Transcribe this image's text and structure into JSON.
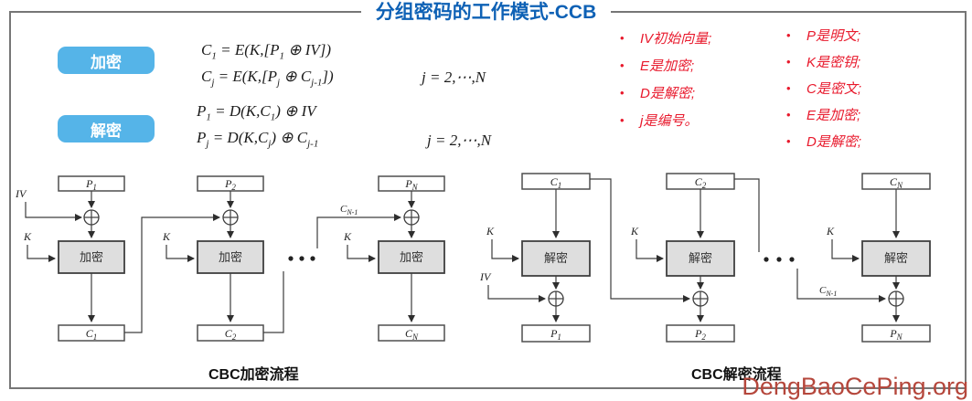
{
  "slide": {
    "title": "分组密码的工作模式-CCB",
    "watermark": "DengBaoCePing.org"
  },
  "labels": {
    "encrypt": "加密",
    "decrypt": "解密"
  },
  "formulas": {
    "enc1": {
      "p0": "C",
      "s0": "1",
      "p1": " = E(K,[P",
      "s1": "1",
      "p2": " ⊕ IV])"
    },
    "enc2": {
      "p0": "C",
      "s0": "j",
      "p1": " = E(K,[P",
      "s1": "j",
      "p2": " ⊕ C",
      "s2": "j-1",
      "p3": "])"
    },
    "enc_cond": "j = 2,⋯,N",
    "dec1": {
      "p0": "P",
      "s0": "1",
      "p1": " = D(K,C",
      "s1": "1",
      "p2": ") ⊕ IV"
    },
    "dec2": {
      "p0": "P",
      "s0": "j",
      "p1": " = D(K,C",
      "s1": "j",
      "p2": ") ⊕ C",
      "s2": "j-1"
    },
    "dec_cond": "j = 2,⋯,N"
  },
  "notes": {
    "bullet": "•",
    "col1": [
      "IV初始向量;",
      "E是加密;",
      "D是解密;",
      "j是编号。"
    ],
    "col2": [
      "P是明文;",
      "K是密钥;",
      "C是密文;",
      "E是加密;",
      "D是解密;"
    ]
  },
  "enc_diagram": {
    "caption": "CBC加密流程",
    "box": "加密",
    "iv": "IV",
    "k": "K",
    "cols": [
      {
        "top": "P",
        "tops": "1",
        "bot": "C",
        "bots": "1"
      },
      {
        "top": "P",
        "tops": "2",
        "bot": "C",
        "bots": "2"
      },
      {
        "top": "P",
        "tops": "N",
        "bot": "C",
        "bots": "N"
      }
    ],
    "chain": {
      "p": "C",
      "s": "N-1"
    }
  },
  "dec_diagram": {
    "caption": "CBC解密流程",
    "box": "解密",
    "iv": "IV",
    "k": "K",
    "cols": [
      {
        "top": "C",
        "tops": "1",
        "bot": "P",
        "bots": "1"
      },
      {
        "top": "C",
        "tops": "2",
        "bot": "P",
        "bots": "2"
      },
      {
        "top": "C",
        "tops": "N",
        "bot": "P",
        "bots": "N"
      }
    ],
    "chain": {
      "p": "C",
      "s": "N-1"
    }
  },
  "colors": {
    "title_blue": "#0e61b5",
    "badge_blue": "#55b4e8",
    "note_red": "#e8192c",
    "watermark_red": "#b5473c",
    "line_gray": "#3d3d3d",
    "box_fill_gray": "#dedede"
  }
}
